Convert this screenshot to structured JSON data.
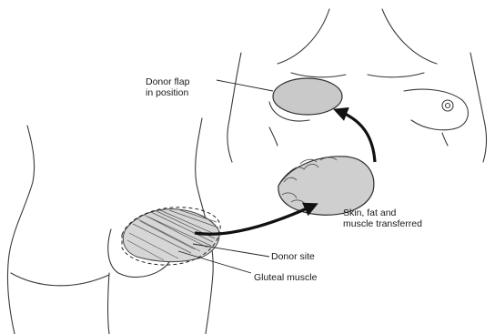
{
  "labels": {
    "donor_flap": [
      "Donor flap",
      "in position"
    ],
    "transfer": [
      "Skin, fat and",
      "muscle transferred"
    ],
    "donor_site": "Donor site",
    "gluteal_muscle": "Gluteal muscle"
  },
  "colors": {
    "flap_fill": "#c9c9c9",
    "muscle_fill": "#d6d6d6",
    "line": "#3a3a3a",
    "arrow": "#111111"
  }
}
